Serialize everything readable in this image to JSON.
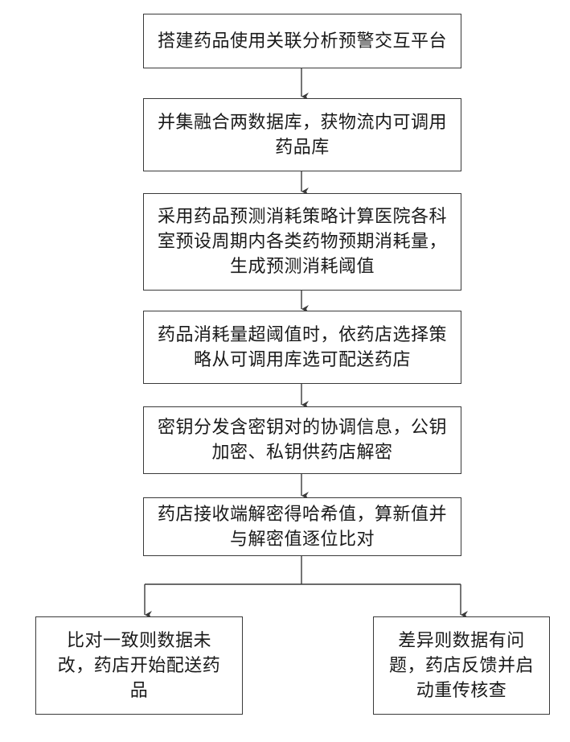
{
  "diagram": {
    "steps": [
      {
        "id": "step-1",
        "text": "搭建药品使用关联分析预警交互平台"
      },
      {
        "id": "step-2",
        "text": "并集融合两数据库，获物流内可调用药品库"
      },
      {
        "id": "step-3",
        "text": "采用药品预测消耗策略计算医院各科室预设周期内各类药物预期消耗量，生成预测消耗阈值"
      },
      {
        "id": "step-4",
        "text": "药品消耗量超阈值时，依药店选择策略从可调用库选可配送药店"
      },
      {
        "id": "step-5",
        "text": "密钥分发含密钥对的协调信息，公钥加密、私钥供药店解密"
      },
      {
        "id": "step-6",
        "text": "药店接收端解密得哈希值，算新值并与解密值逐位比对"
      }
    ],
    "outcomes": [
      {
        "id": "outcome-left",
        "text": "比对一致则数据未改，药店开始配送药品"
      },
      {
        "id": "outcome-right",
        "text": "差异则数据有问题，药店反馈并启动重传核查"
      }
    ],
    "colors": {
      "line": "#3a3a3a",
      "text": "#1a1a1a",
      "background": "#ffffff"
    }
  }
}
